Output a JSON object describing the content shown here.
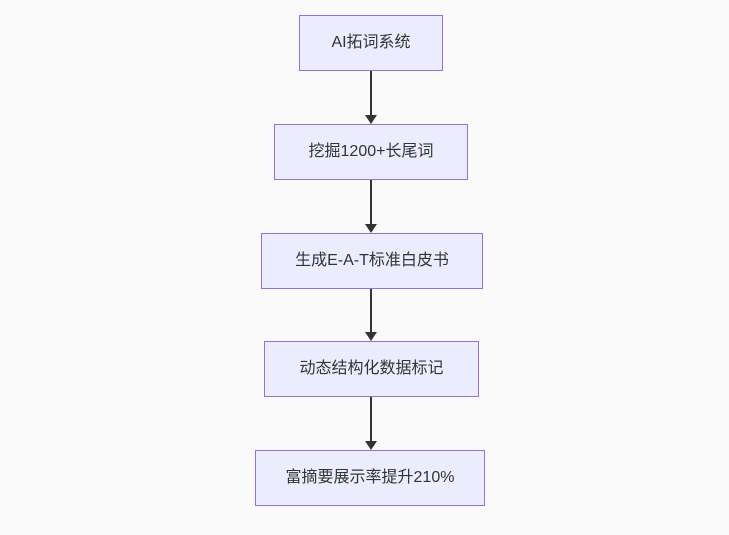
{
  "diagram": {
    "type": "flowchart-top-down",
    "nodes": [
      {
        "id": "node-1",
        "label": "AI拓词系统"
      },
      {
        "id": "node-2",
        "label": "挖掘1200+长尾词"
      },
      {
        "id": "node-3",
        "label": "生成E-A-T标准白皮书"
      },
      {
        "id": "node-4",
        "label": "动态结构化数据标记"
      },
      {
        "id": "node-5",
        "label": "富摘要展示率提升210%"
      }
    ],
    "edges": [
      {
        "from": "node-1",
        "to": "node-2",
        "style": "arrow-down"
      },
      {
        "from": "node-2",
        "to": "node-3",
        "style": "arrow-down"
      },
      {
        "from": "node-3",
        "to": "node-4",
        "style": "arrow-down"
      },
      {
        "from": "node-4",
        "to": "node-5",
        "style": "arrow-down"
      }
    ],
    "theme": {
      "canvas_background": "#FAFAFA",
      "node_fill": "#ECECFF",
      "node_border": "#9370DB",
      "arrow_color": "#333333",
      "text_color": "#333333"
    }
  }
}
